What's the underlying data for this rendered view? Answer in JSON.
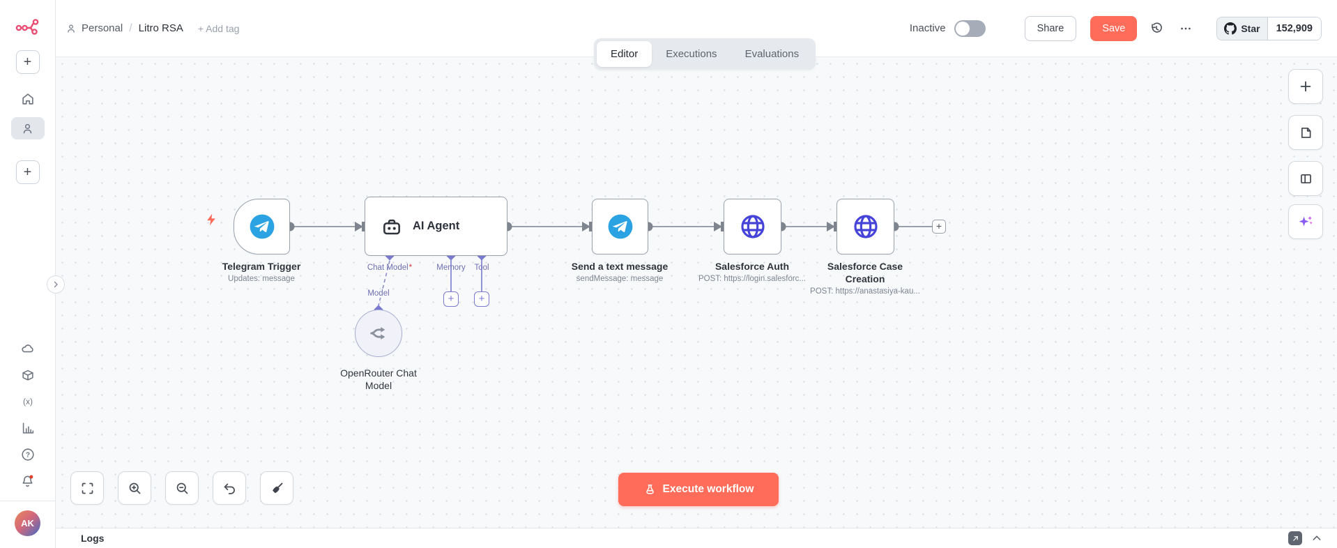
{
  "colors": {
    "primary": "#ff6d5a",
    "logo_pink": "#ea4b71",
    "telegram_blue": "#2ba3e2",
    "salesforce_indigo": "#4643d9",
    "connector_purple": "#7a7ad0",
    "wire_gray": "#98a0a9",
    "notification_dot": "#e0402e"
  },
  "glyphs": {
    "plus": "+",
    "help": "?",
    "variables": "(x)"
  },
  "icons": [
    "n8n-logo",
    "add-workflow-button",
    "home-icon",
    "personal-projects-icon",
    "add-project-button",
    "cloud-icon",
    "templates-icon",
    "variables-icon",
    "insights-icon",
    "help-icon",
    "notifications-icon",
    "history-icon",
    "more-options-icon",
    "github-icon",
    "telegram-icon",
    "robot-icon",
    "globe-icon",
    "openrouter-icon",
    "bolt-icon",
    "fit-view-icon",
    "zoom-in-icon",
    "zoom-out-icon",
    "undo-icon",
    "tidy-up-icon",
    "flask-icon",
    "add-node-icon",
    "sticky-note-icon",
    "split-panel-icon",
    "ai-sparkle-icon",
    "pop-out-icon",
    "chevron-up-icon",
    "chevron-right-icon"
  ],
  "sidebar": {
    "avatar_initials": "AK"
  },
  "header": {
    "breadcrumb": {
      "project": "Personal",
      "separator": "/",
      "workflow_title": "Litro RSA",
      "add_tag_label": "+ Add tag"
    },
    "status_label": "Inactive",
    "share_label": "Share",
    "save_label": "Save",
    "github": {
      "star_label": "Star",
      "star_count": "152,909"
    }
  },
  "tabs": [
    {
      "label": "Editor",
      "active": true
    },
    {
      "label": "Executions",
      "active": false
    },
    {
      "label": "Evaluations",
      "active": false
    }
  ],
  "canvas": {
    "nodes": {
      "telegram_trigger": {
        "label": "Telegram Trigger",
        "subtitle": "Updates: message"
      },
      "ai_agent": {
        "label": "AI Agent",
        "connectors": {
          "chat_model": {
            "label": "Chat Model",
            "required_mark": "*"
          },
          "memory": {
            "label": "Memory"
          },
          "tool": {
            "label": "Tool"
          }
        },
        "model_link_label": "Model"
      },
      "openrouter": {
        "label": "OpenRouter Chat Model"
      },
      "send_text": {
        "label": "Send a text message",
        "subtitle": "sendMessage: message"
      },
      "salesforce_auth": {
        "label": "Salesforce Auth",
        "subtitle": "POST: https://login.salesforc..."
      },
      "salesforce_case": {
        "label": "Salesforce Case Creation",
        "subtitle": "POST: https://anastasiya-kau..."
      }
    },
    "execute_button_label": "Execute workflow"
  },
  "logs": {
    "title": "Logs"
  }
}
